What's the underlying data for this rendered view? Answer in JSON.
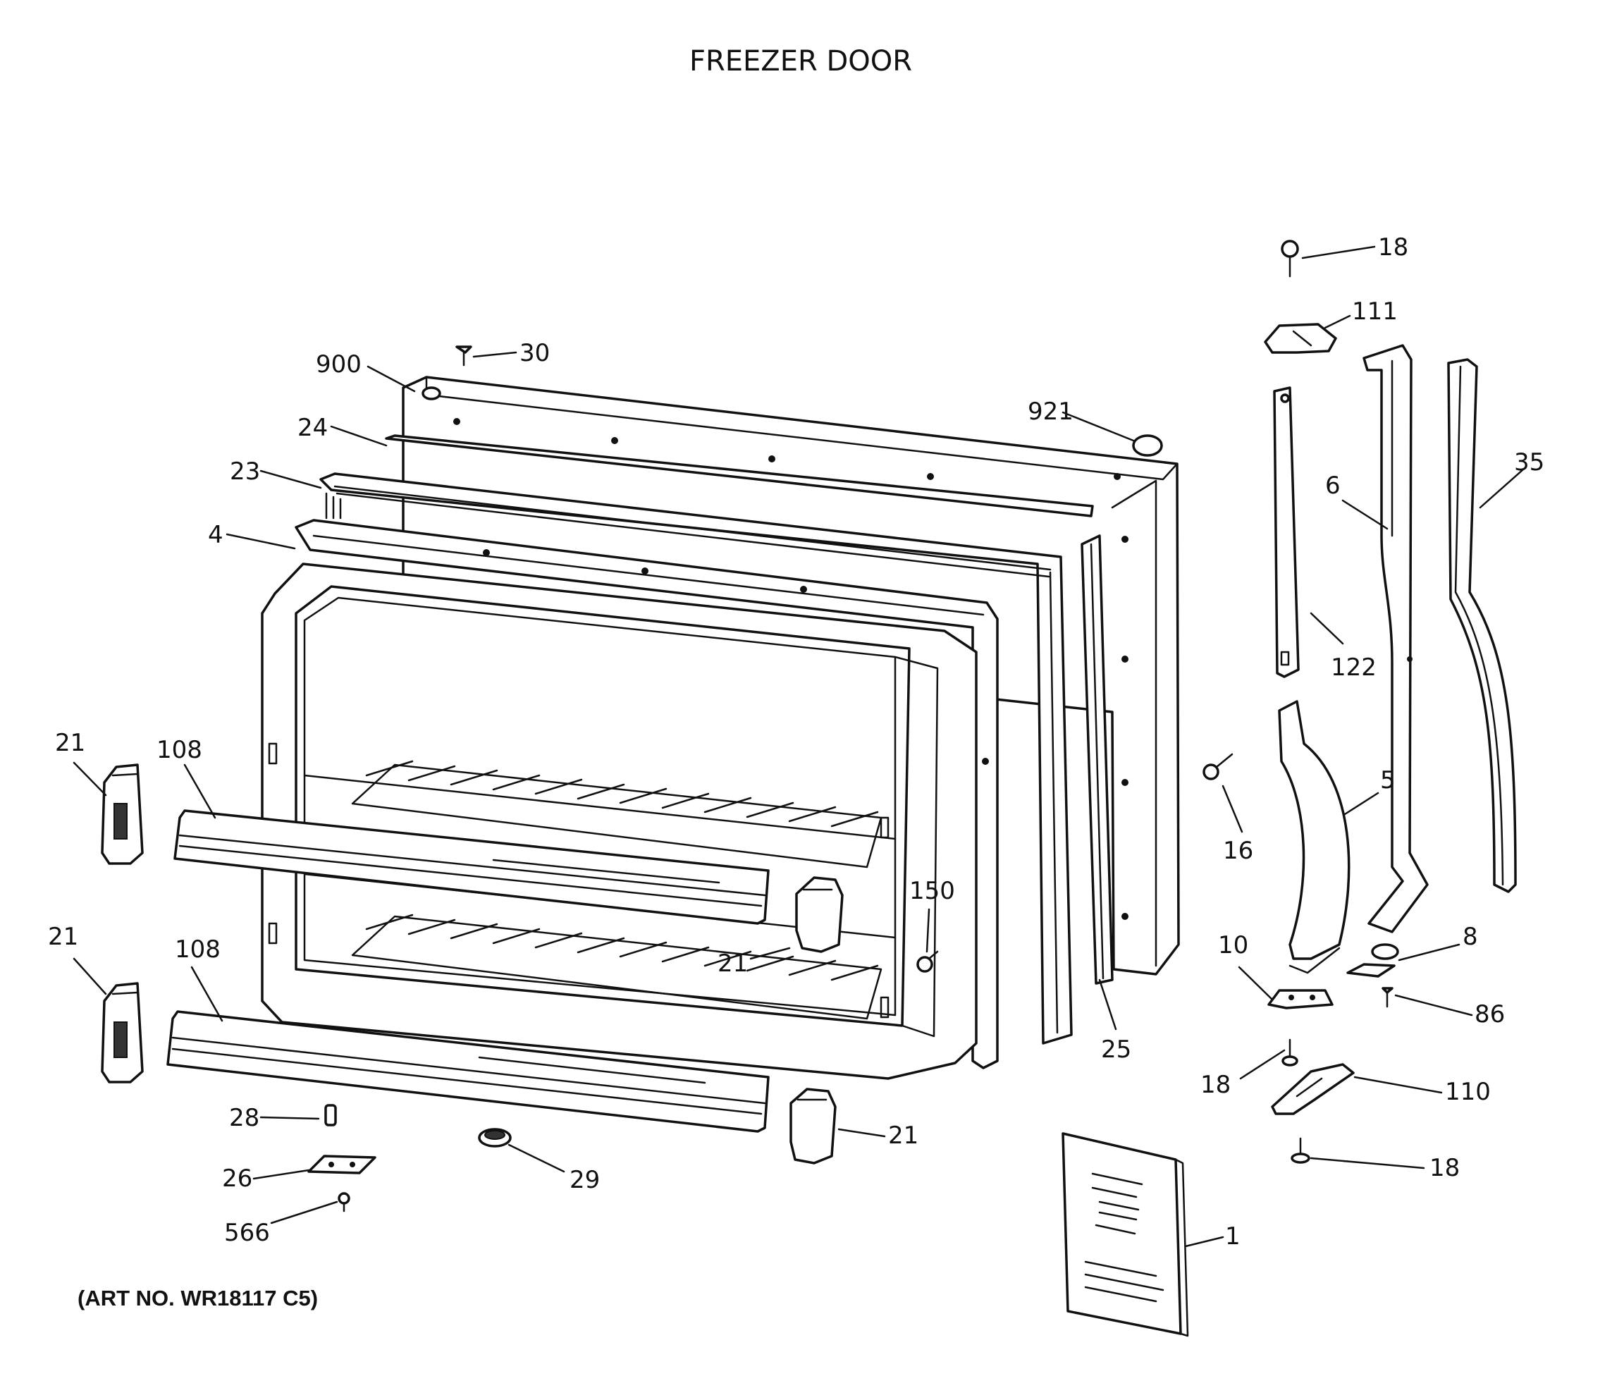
{
  "title": "FREEZER DOOR",
  "art_number": "(ART NO. WR18117 C5)",
  "callouts": {
    "c18a": "18",
    "c111": "111",
    "c900": "900",
    "c30": "30",
    "c921": "921",
    "c24": "24",
    "c23": "23",
    "c4": "4",
    "c35": "35",
    "c6": "6",
    "c122": "122",
    "c21a": "21",
    "c108a": "108",
    "c16": "16",
    "c5": "5",
    "c150": "150",
    "c21b": "21",
    "c21c": "21",
    "c108b": "108",
    "c10": "10",
    "c8": "8",
    "c86": "86",
    "c25": "25",
    "c18b": "18",
    "c110": "110",
    "c28": "28",
    "c21d": "21",
    "c26": "26",
    "c29": "29",
    "c18c": "18",
    "c566": "566",
    "c1": "1"
  }
}
